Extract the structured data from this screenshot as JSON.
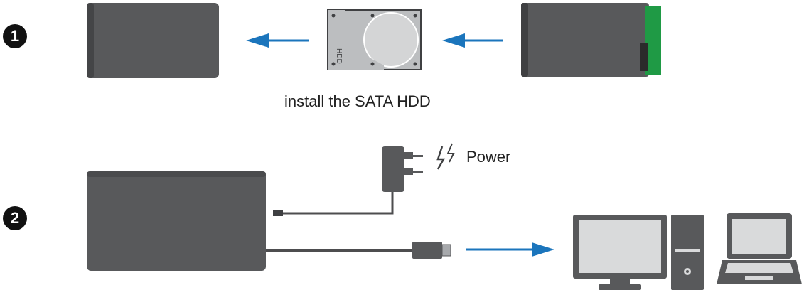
{
  "steps": [
    {
      "number": "1",
      "caption": "install the SATA HDD"
    },
    {
      "number": "2",
      "power_label": "Power"
    }
  ],
  "hdd_label": "HDD",
  "icons": {
    "enclosure": "enclosure-icon",
    "hard_drive": "hard-drive-icon",
    "power_adapter": "power-adapter-icon",
    "lightning": "lightning-icon",
    "usb_plug": "usb-plug-icon",
    "monitor": "monitor-icon",
    "tower": "computer-tower-icon",
    "laptop": "laptop-icon"
  },
  "colors": {
    "enclosure_fill": "#58595b",
    "enclosure_edge": "#3f4042",
    "hdd_fill": "#bcbec0",
    "arrow": "#1b75bc",
    "pcb_green": "#1f9a45",
    "cable": "#4d4d4f"
  }
}
